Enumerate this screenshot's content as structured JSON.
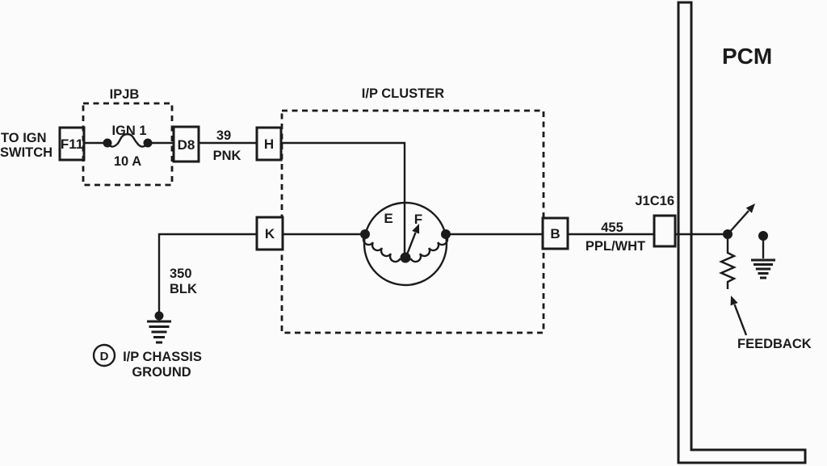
{
  "diagram_type": "automotive-wiring-schematic",
  "colors": {
    "ink": "#1b1b1b",
    "background": "#fbfbfb"
  },
  "labels": {
    "to_ign_1": "TO IGN",
    "to_ign_2": "SWITCH",
    "ipjb": "IPJB",
    "fuse_name": "IGN 1",
    "fuse_rating": "10 A",
    "f11": "F11",
    "d8": "D8",
    "wire39_num": "39",
    "wire39_color": "PNK",
    "pin_h": "H",
    "pin_k": "K",
    "pin_b": "B",
    "cluster": "I/P CLUSTER",
    "gauge_empty": "E",
    "gauge_full": "F",
    "wire350_num": "350",
    "wire350_color": "BLK",
    "ground_id": "D",
    "ground_1": "I/P CHASSIS",
    "ground_2": "GROUND",
    "wire455_num": "455",
    "wire455_color": "PPL/WHT",
    "j1c16": "J1C16",
    "pcm": "PCM",
    "feedback": "FEEDBACK"
  }
}
